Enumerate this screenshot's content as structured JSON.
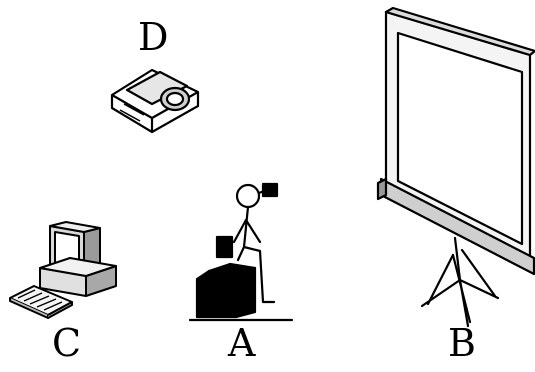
{
  "labels": {
    "projector": "D",
    "computer": "C",
    "presenter": "A",
    "screen": "B"
  }
}
